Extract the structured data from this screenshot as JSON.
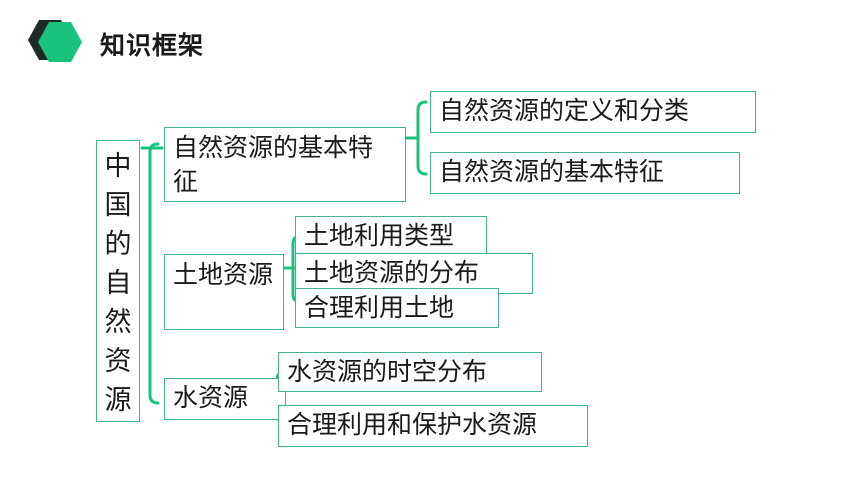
{
  "header": {
    "title": "知识框架"
  },
  "colors": {
    "accent": "#19c27d",
    "dark": "#1f2a26",
    "border": "#43b58a"
  },
  "tree": {
    "root": [
      "中",
      "国",
      "的",
      "自",
      "然",
      "资",
      "源"
    ],
    "branches": [
      {
        "label": "自然资源的基本特征",
        "children": [
          "自然资源的定义和分类",
          "自然资源的基本特征"
        ]
      },
      {
        "label": "土地资源",
        "children": [
          "土地利用类型",
          "土地资源的分布",
          "合理利用土地"
        ]
      },
      {
        "label": "水资源",
        "children": [
          "水资源的时空分布",
          "合理利用和保护水资源"
        ]
      }
    ]
  }
}
